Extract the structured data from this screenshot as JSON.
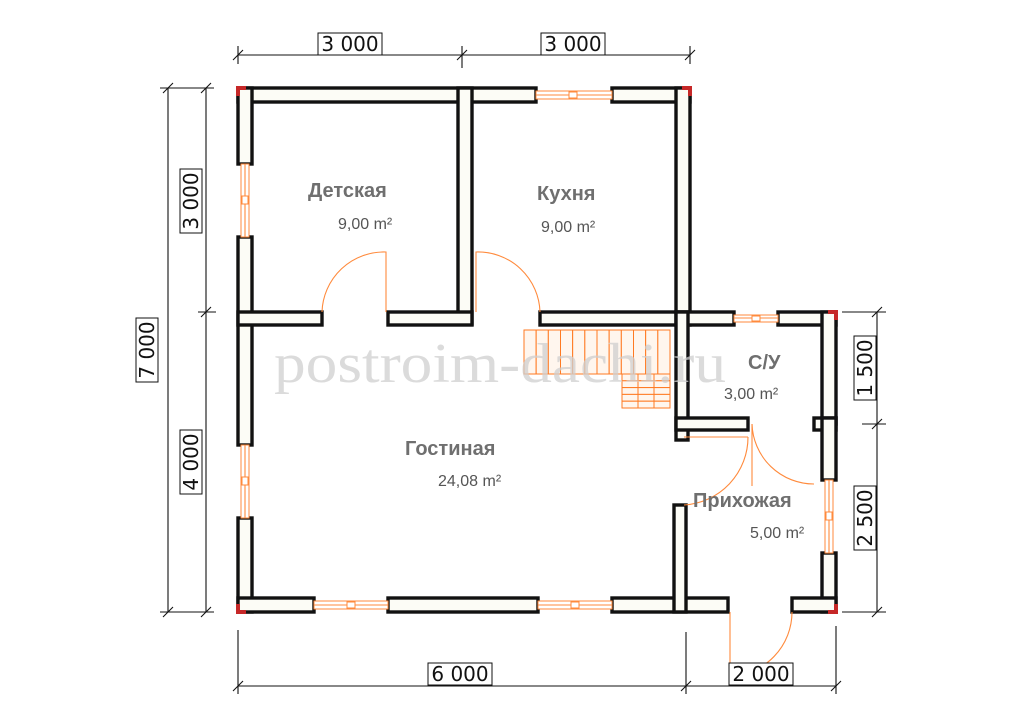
{
  "watermark": "postroim-dachi.ru",
  "dimensions": {
    "top_left": "3 000",
    "top_right": "3 000",
    "left_total": "7 000",
    "left_upper": "3 000",
    "left_lower": "4 000",
    "right_upper": "1 500",
    "right_lower": "2 500",
    "bottom_main": "6 000",
    "bottom_porch": "2 000"
  },
  "rooms": [
    {
      "id": "detskaya",
      "name": "Детская",
      "area": "9,00 m²"
    },
    {
      "id": "kukhnya",
      "name": "Кухня",
      "area": "9,00 m²"
    },
    {
      "id": "gostinaya",
      "name": "Гостиная",
      "area": "24,08 m²"
    },
    {
      "id": "su",
      "name": "С/У",
      "area": "3,00 m²"
    },
    {
      "id": "prikhozhaya",
      "name": "Прихожая",
      "area": "5,00 m²"
    }
  ],
  "colors": {
    "wall_fill": "#fcfcf6",
    "wall_stroke": "#111111",
    "window_door": "#ff8a3c",
    "corner_mark": "#c62828",
    "room_label": "#6f6f6f",
    "watermark": "#cfcfcf"
  }
}
